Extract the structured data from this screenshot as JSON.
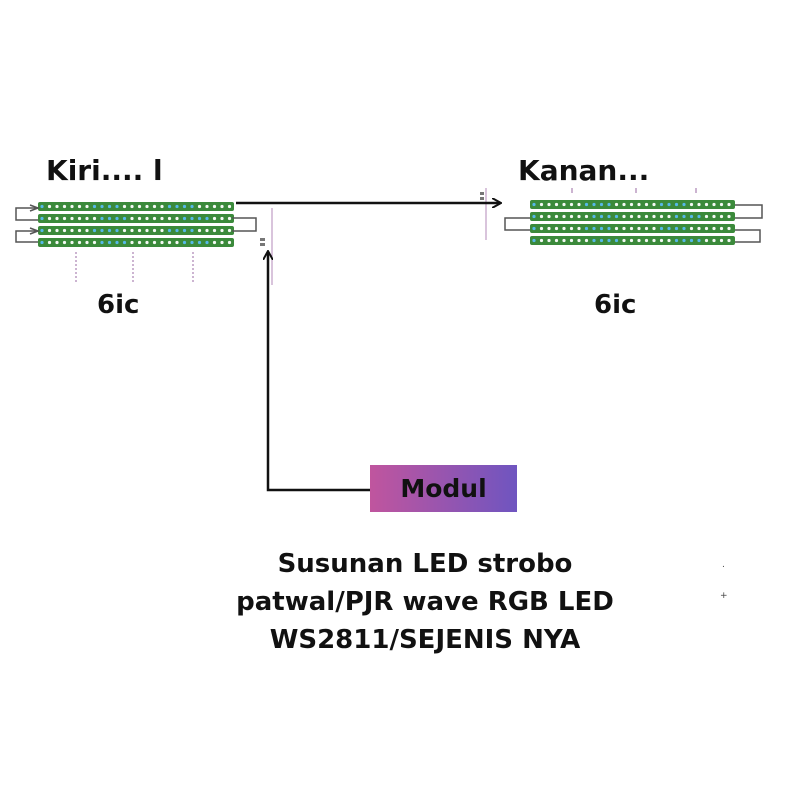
{
  "diagram": {
    "left_label": "Kiri.... l",
    "right_label": "Kanan...",
    "left_ic": "6ic",
    "right_ic": "6ic",
    "module_label": "Modul",
    "caption_lines": [
      "Susunan LED strobo",
      "patwal/PJR wave RGB LED",
      "WS2811/SEJENIS NYA"
    ],
    "small_marks": [
      ".",
      "+"
    ]
  },
  "colors": {
    "strip_green": "#3b8a3b",
    "led_white": "#f4f9f4",
    "led_blue": "#56b8e8",
    "arrow": "#111111",
    "module_gradient_start": "#c0559e",
    "module_gradient_end": "#6f55c0"
  },
  "icons": {
    "arrowhead": "arrow-right-icon",
    "connector_loop": "loop-connector-icon"
  }
}
